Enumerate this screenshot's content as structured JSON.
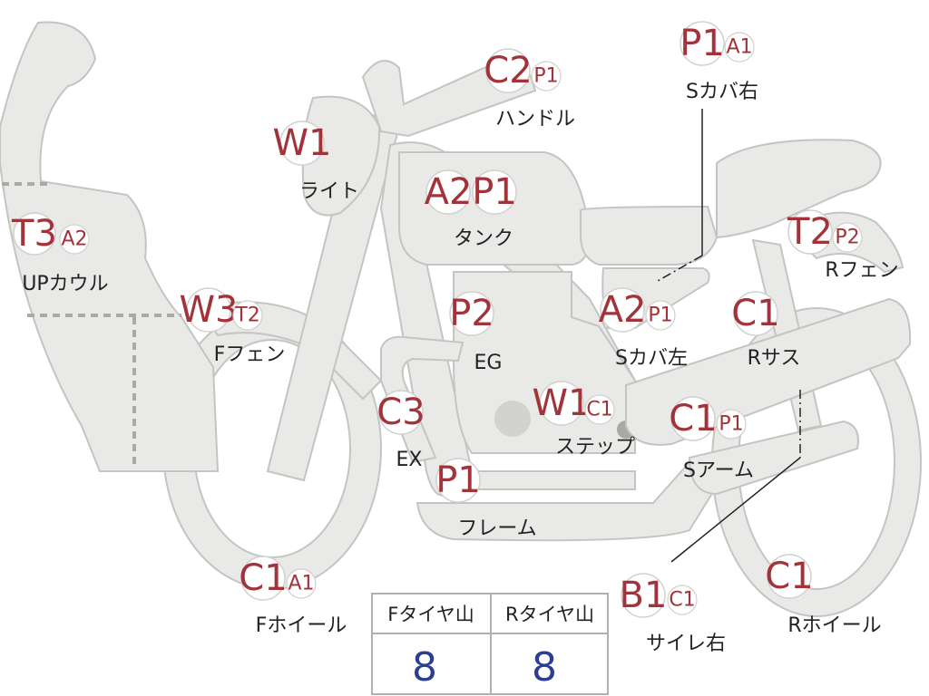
{
  "parts": [
    {
      "id": "up-cowl",
      "label": "UPカウル",
      "grades": [
        "T3",
        "A2"
      ]
    },
    {
      "id": "light",
      "label": "ライト",
      "grades": [
        "W1"
      ]
    },
    {
      "id": "handle",
      "label": "ハンドル",
      "grades": [
        "C2",
        "P1"
      ]
    },
    {
      "id": "tank",
      "label": "タンク",
      "grades": [
        "A2",
        "P1"
      ]
    },
    {
      "id": "s-cover-right",
      "label": "Sカバ右",
      "grades": [
        "P1",
        "A1"
      ]
    },
    {
      "id": "r-fender",
      "label": "Rフェン",
      "grades": [
        "T2",
        "P2"
      ]
    },
    {
      "id": "f-fender",
      "label": "Fフェン",
      "grades": [
        "W3",
        "T2"
      ]
    },
    {
      "id": "engine",
      "label": "EG",
      "grades": [
        "P2"
      ]
    },
    {
      "id": "s-cover-left",
      "label": "Sカバ左",
      "grades": [
        "A2",
        "P1"
      ]
    },
    {
      "id": "r-suspension",
      "label": "Rサス",
      "grades": [
        "C1"
      ]
    },
    {
      "id": "exhaust",
      "label": "EX",
      "grades": [
        "C3"
      ]
    },
    {
      "id": "step",
      "label": "ステップ",
      "grades": [
        "W1",
        "C1"
      ]
    },
    {
      "id": "swing-arm",
      "label": "Sアーム",
      "grades": [
        "C1",
        "P1"
      ]
    },
    {
      "id": "frame",
      "label": "フレーム",
      "grades": [
        "P1"
      ]
    },
    {
      "id": "f-wheel",
      "label": "Fホイール",
      "grades": [
        "C1",
        "A1"
      ]
    },
    {
      "id": "silencer-right",
      "label": "サイレ右",
      "grades": [
        "B1",
        "C1"
      ]
    },
    {
      "id": "r-wheel",
      "label": "Rホイール",
      "grades": [
        "C1"
      ]
    }
  ],
  "tire_table": {
    "headers": [
      "Fタイヤ山",
      "Rタイヤ山"
    ],
    "values": [
      "8",
      "8"
    ]
  }
}
